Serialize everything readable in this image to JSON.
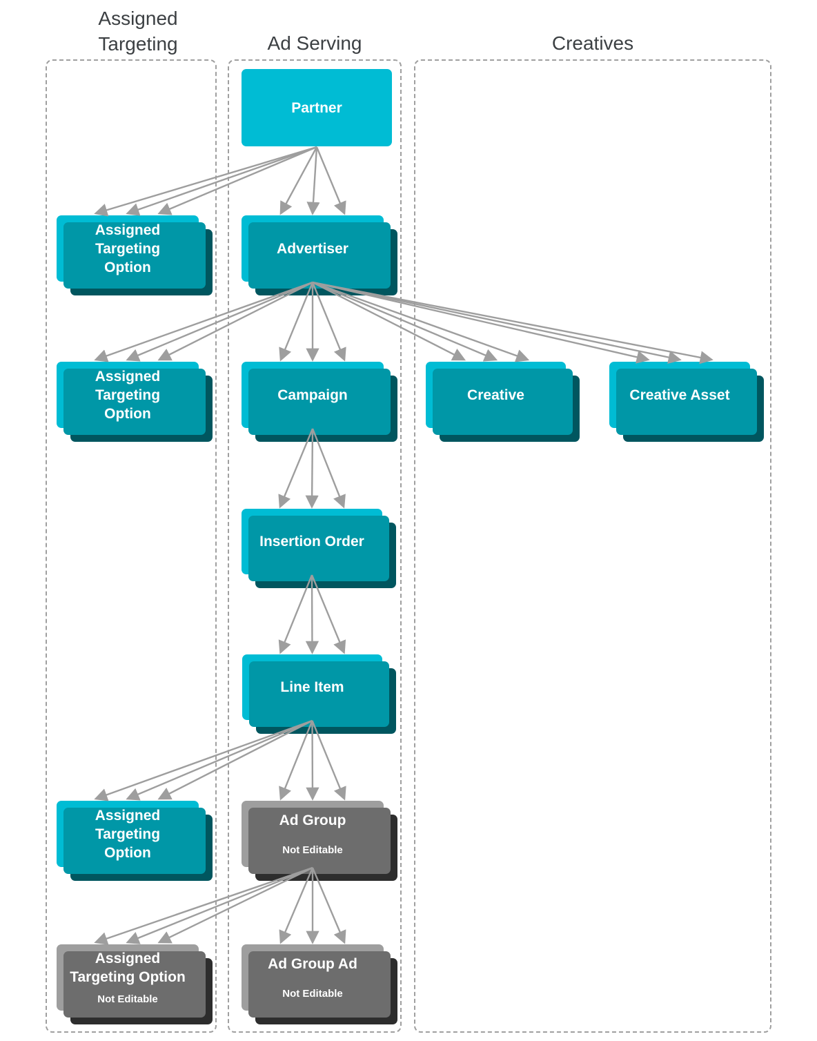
{
  "columns": [
    {
      "id": "assigned_targeting",
      "title": "Assigned\nTargeting"
    },
    {
      "id": "ad_serving",
      "title": "Ad Serving"
    },
    {
      "id": "creatives",
      "title": "Creatives"
    }
  ],
  "nodes": {
    "partner": {
      "label": "Partner",
      "editable": true
    },
    "assigned_targeting_option_1": {
      "label": "Assigned\nTargeting\nOption",
      "editable": true
    },
    "advertiser": {
      "label": "Advertiser",
      "editable": true
    },
    "assigned_targeting_option_2": {
      "label": "Assigned\nTargeting\nOption",
      "editable": true
    },
    "campaign": {
      "label": "Campaign",
      "editable": true
    },
    "creative": {
      "label": "Creative",
      "editable": true
    },
    "creative_asset": {
      "label": "Creative Asset",
      "editable": true
    },
    "insertion_order": {
      "label": "Insertion Order",
      "editable": true
    },
    "line_item": {
      "label": "Line Item",
      "editable": true
    },
    "assigned_targeting_option_3": {
      "label": "Assigned\nTargeting\nOption",
      "editable": true
    },
    "ad_group": {
      "label": "Ad Group",
      "sublabel": "Not Editable",
      "editable": false
    },
    "assigned_targeting_option_4": {
      "label": "Assigned\nTargeting Option",
      "sublabel": "Not Editable",
      "editable": false
    },
    "ad_group_ad": {
      "label": "Ad Group Ad",
      "sublabel": "Not Editable",
      "editable": false
    }
  },
  "edges": [
    {
      "from": "partner",
      "to": "assigned_targeting_option_1",
      "arrow_count": 3
    },
    {
      "from": "partner",
      "to": "advertiser",
      "arrow_count": 3
    },
    {
      "from": "advertiser",
      "to": "assigned_targeting_option_2",
      "arrow_count": 3
    },
    {
      "from": "advertiser",
      "to": "campaign",
      "arrow_count": 3
    },
    {
      "from": "advertiser",
      "to": "creative",
      "arrow_count": 3
    },
    {
      "from": "advertiser",
      "to": "creative_asset",
      "arrow_count": 3
    },
    {
      "from": "campaign",
      "to": "insertion_order",
      "arrow_count": 3
    },
    {
      "from": "insertion_order",
      "to": "line_item",
      "arrow_count": 3
    },
    {
      "from": "line_item",
      "to": "assigned_targeting_option_3",
      "arrow_count": 3
    },
    {
      "from": "line_item",
      "to": "ad_group",
      "arrow_count": 3
    },
    {
      "from": "ad_group",
      "to": "assigned_targeting_option_4",
      "arrow_count": 3
    },
    {
      "from": "ad_group",
      "to": "ad_group_ad",
      "arrow_count": 3
    }
  ],
  "colors": {
    "node_editable": "#00bcd4",
    "node_editable_layer2": "#0097a7",
    "node_editable_layer3": "#00565f",
    "node_not_editable": "#9e9e9e",
    "node_not_editable_layer2": "#6d6d6d",
    "node_not_editable_layer3": "#2d2d2d",
    "arrow": "#9e9e9e",
    "title_text": "#3c4043"
  }
}
